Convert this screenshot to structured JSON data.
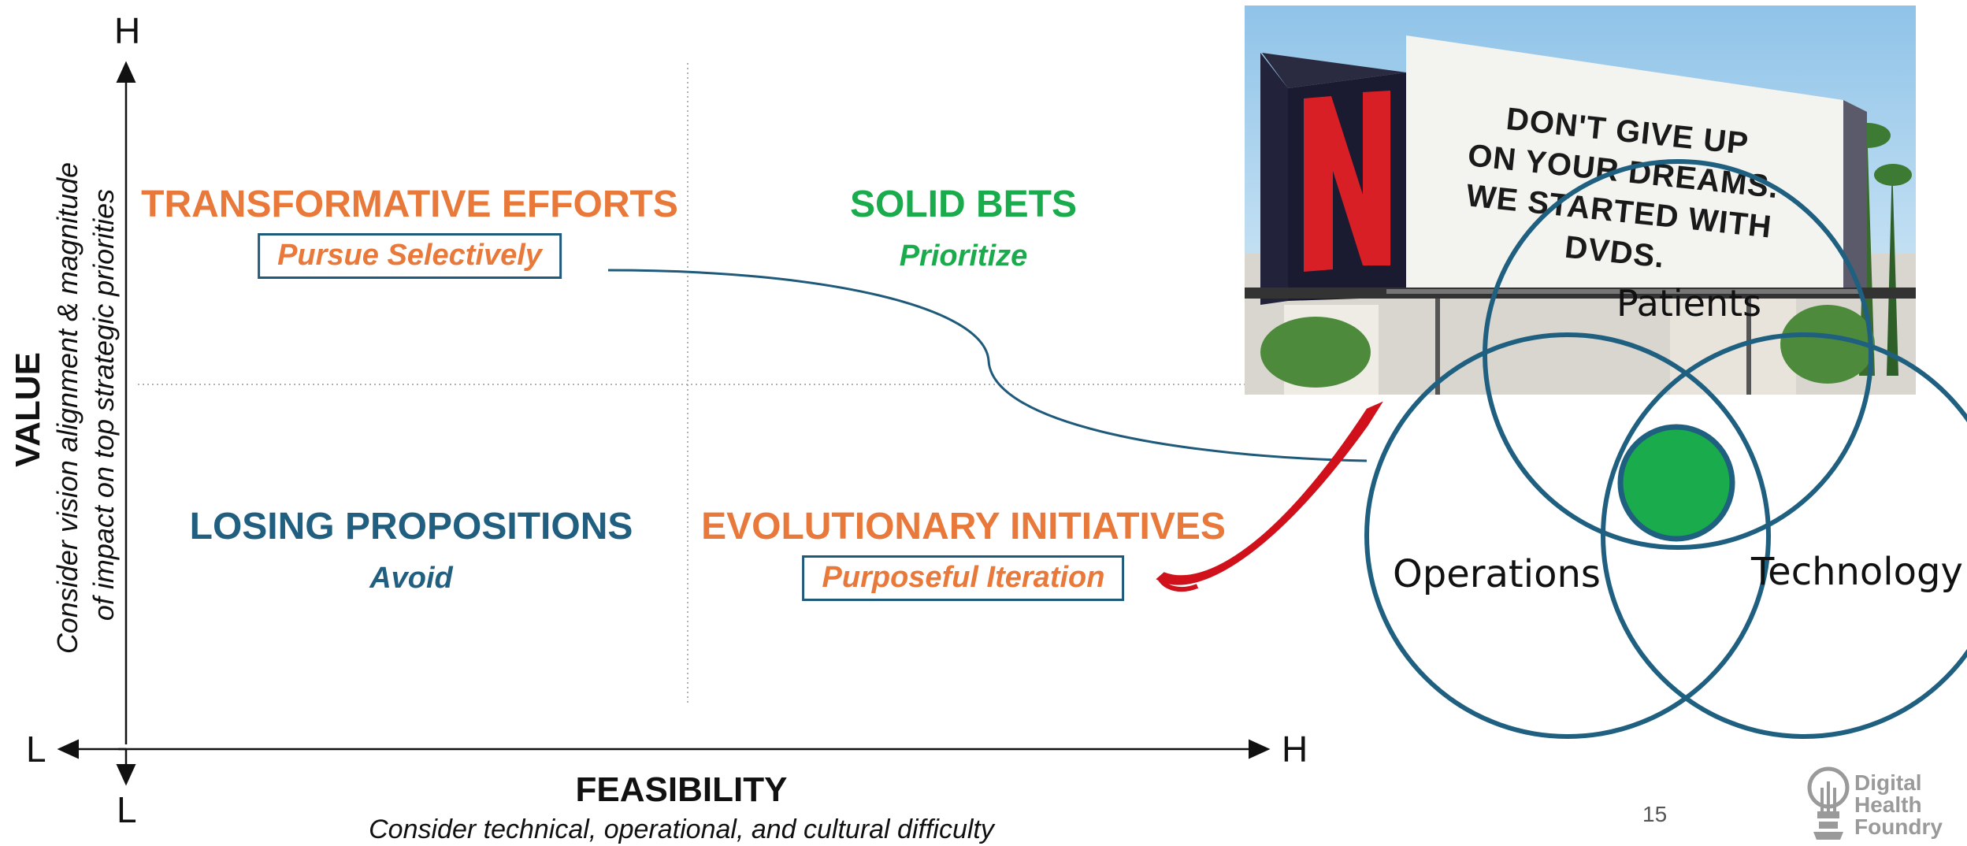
{
  "axes": {
    "y_high": "H",
    "y_low": "L",
    "x_low": "L",
    "x_high": "H",
    "y_title": "VALUE",
    "y_subtitle_line1": "Consider vision alignment & magnitude",
    "y_subtitle_line2": "of impact on top strategic priorities",
    "x_title": "FEASIBILITY",
    "x_subtitle": "Consider technical, operational, and cultural difficulty"
  },
  "quadrants": {
    "top_left": {
      "title": "TRANSFORMATIVE EFFORTS",
      "action": "Pursue Selectively"
    },
    "top_right": {
      "title": "SOLID BETS",
      "action": "Prioritize"
    },
    "bottom_left": {
      "title": "LOSING PROPOSITIONS",
      "action": "Avoid"
    },
    "bottom_right": {
      "title": "EVOLUTIONARY INITIATIVES",
      "action": "Purposeful Iteration"
    }
  },
  "billboard": {
    "line1": "DON'T GIVE UP",
    "line2": "ON YOUR DREAMS.",
    "line3": "WE STARTED WITH DVDS."
  },
  "venn": {
    "top": "Patients",
    "left": "Operations",
    "right": "Technology"
  },
  "page_number": "15",
  "logo": {
    "line1": "Digital",
    "line2": "Health",
    "line3": "Foundry"
  },
  "colors": {
    "orange": "#e8793a",
    "green": "#1aab4c",
    "blue": "#215f80",
    "venn_stroke": "#1f5f80",
    "arrow_red": "#d0101a"
  }
}
